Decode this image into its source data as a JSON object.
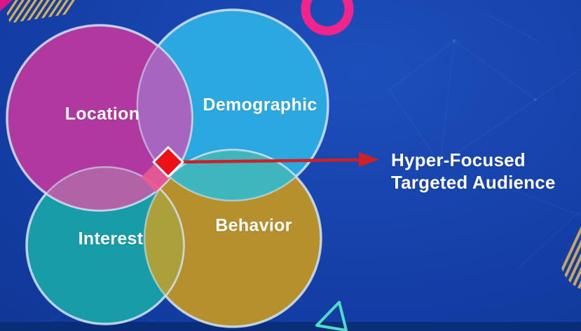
{
  "venn": {
    "type": "venn",
    "sets": [
      {
        "label": "Location",
        "color": "#B1389E"
      },
      {
        "label": "Demographic",
        "color": "#2CA8E0"
      },
      {
        "label": "Interest",
        "color": "#179CA8"
      },
      {
        "label": "Behavior",
        "color": "#B5902D"
      }
    ],
    "overlaps": {
      "location_demographic": "#A765BF",
      "location_interest": "#B263A7",
      "demographic_behavior": "#3FB6BD",
      "interest_behavior": "#ACA03C",
      "center_accent": "#EA5A92"
    },
    "marker": {
      "shape": "diamond",
      "fill": "#EE1118",
      "stroke": "#FFFFFF"
    },
    "annotation": {
      "line1": "Hyper-Focused",
      "line2": "Targeted Audience",
      "text_color": "#FFFFFF",
      "arrow_color": "#CE2127"
    },
    "circle_border_color": "#D4E4F4"
  },
  "decorations": {
    "ring_color": "#F0248A",
    "stripe_color": "#D8B054",
    "right_stripe_color": "#C9A562",
    "triangle_color": "#4FDCC9",
    "corner_color": "#DD1687",
    "background": {
      "base": "#143FA6",
      "light": "#1D4FBC",
      "dark": "#0D2F88"
    }
  }
}
